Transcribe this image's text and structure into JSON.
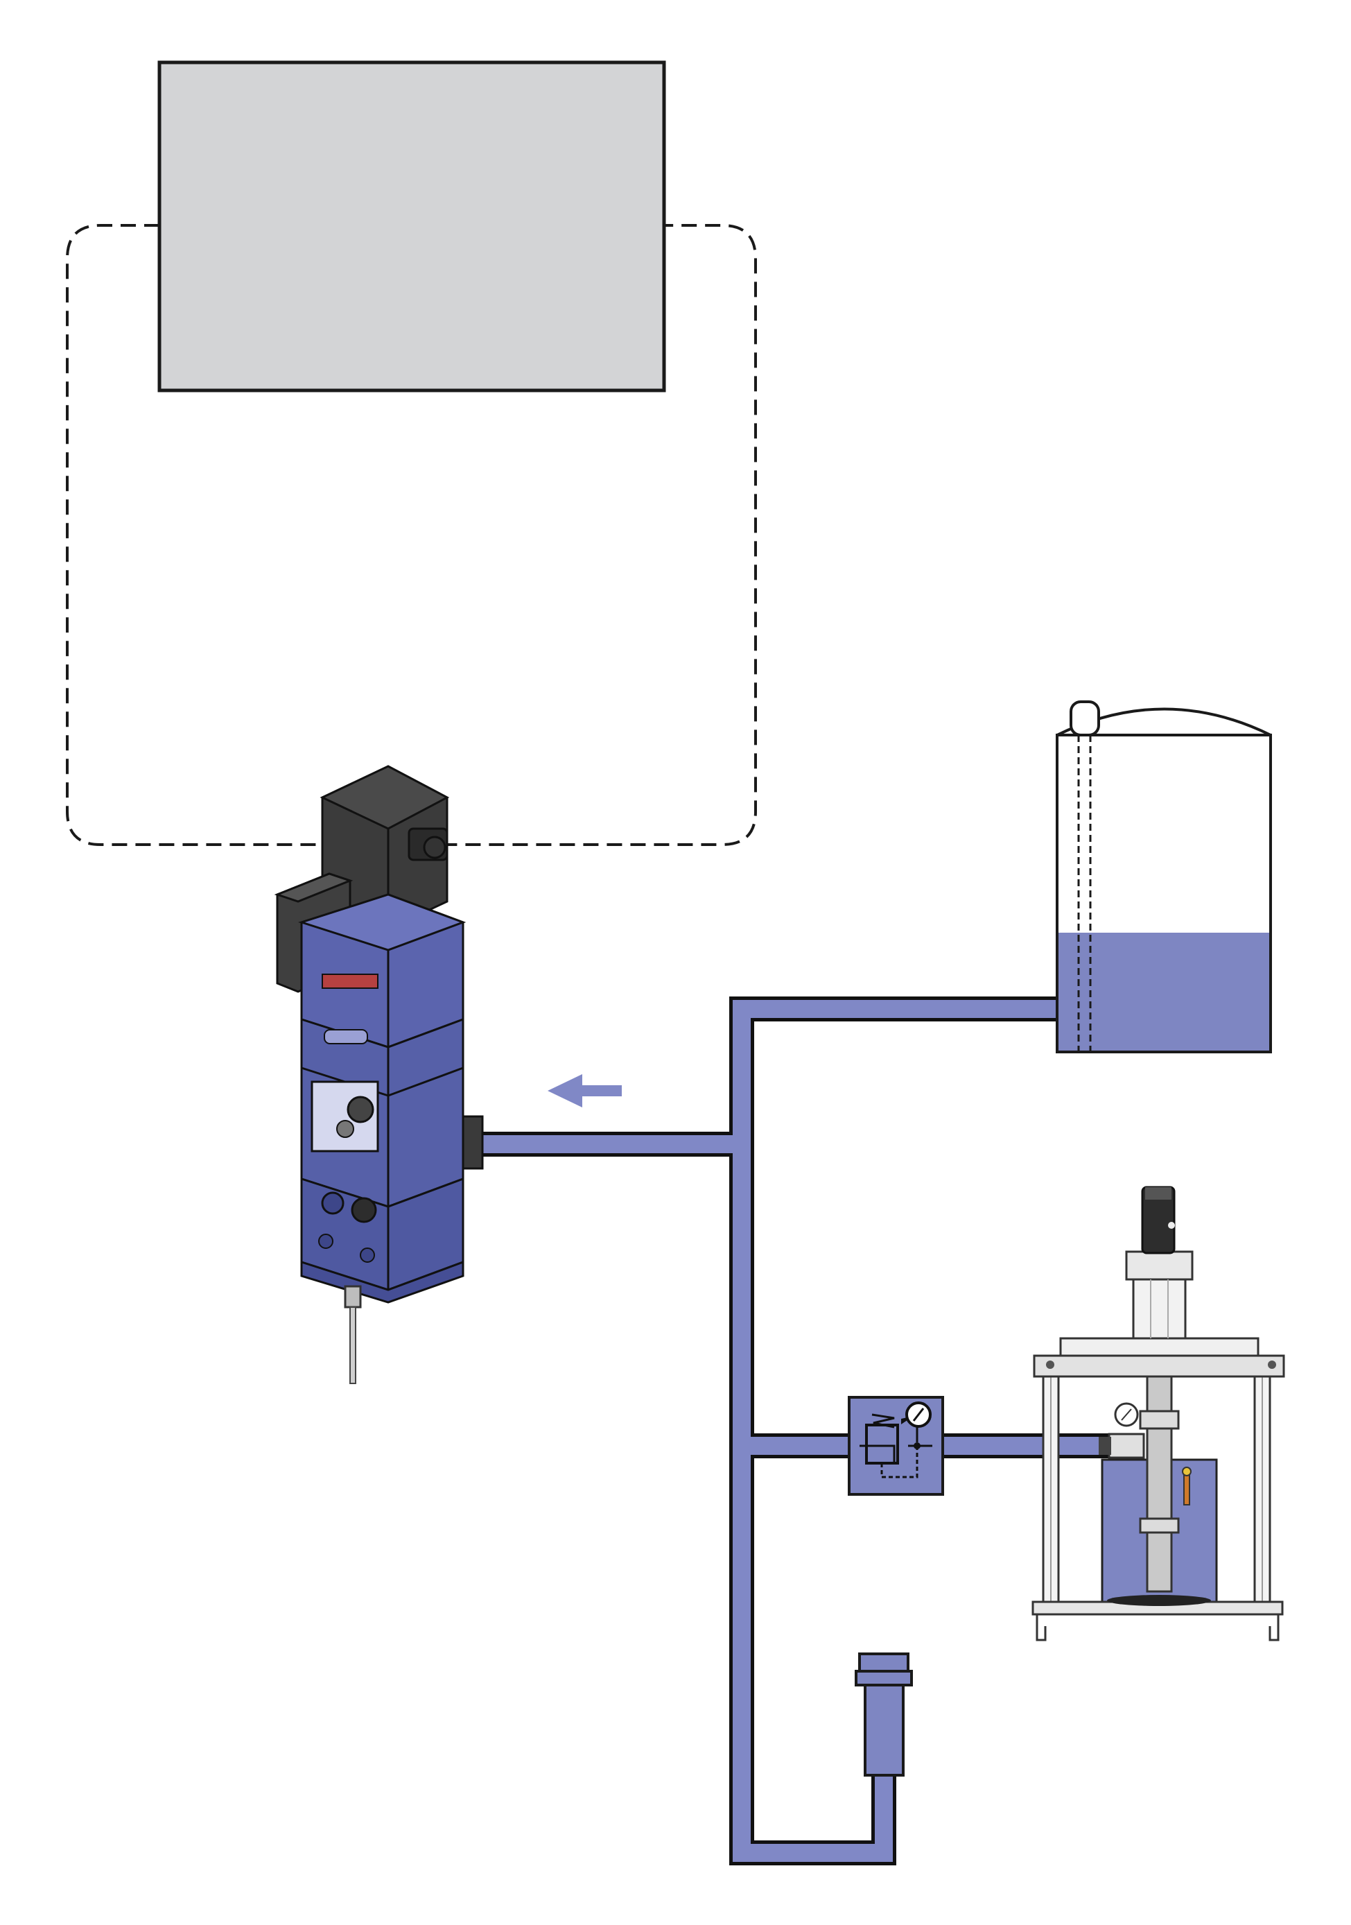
{
  "diagram": {
    "kind": "dispensing-system-schematic",
    "components": [
      {
        "id": "controller-box",
        "label": ""
      },
      {
        "id": "cable-loop",
        "label": ""
      },
      {
        "id": "dispensing-valve",
        "label": ""
      },
      {
        "id": "flow-direction-arrow",
        "label": ""
      },
      {
        "id": "material-tank",
        "label": ""
      },
      {
        "id": "pressure-regulator",
        "label": ""
      },
      {
        "id": "drum-pump-station",
        "label": ""
      },
      {
        "id": "filter-cartridge",
        "label": ""
      }
    ],
    "colors": {
      "fluid": "#8088c6",
      "tank-fill": "#7e86c2",
      "valve-body": "#5b64ae",
      "valve-dark": "#3d3d3d",
      "controller-fill": "#d3d4d6",
      "outline": "#1a1a1a",
      "background": "#ffffff"
    }
  }
}
